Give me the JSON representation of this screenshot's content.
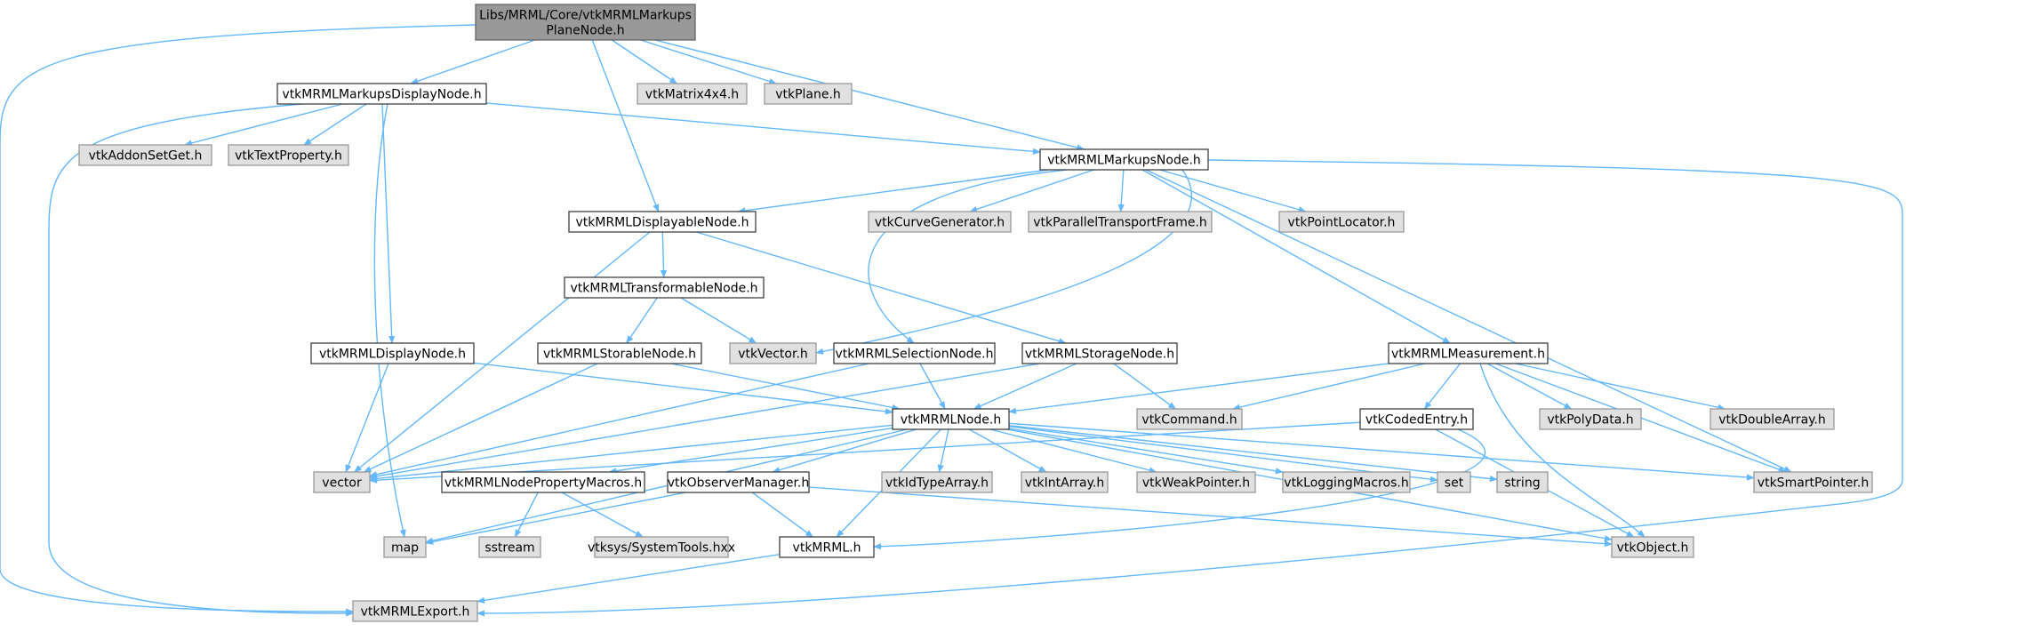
{
  "colors": {
    "edge": "#63b8ff",
    "root_fill": "#999999",
    "documented_fill": "#ffffff",
    "external_fill": "#e0e0e0"
  },
  "nodes": [
    {
      "id": "root",
      "lines": [
        "Libs/MRML/Core/vtkMRMLMarkups",
        "PlaneNode.h"
      ],
      "style": "root"
    },
    {
      "id": "markupsdisplay",
      "lines": [
        "vtkMRMLMarkupsDisplayNode.h"
      ],
      "style": "documented"
    },
    {
      "id": "matrix4x4",
      "lines": [
        "vtkMatrix4x4.h"
      ],
      "style": "external"
    },
    {
      "id": "plane",
      "lines": [
        "vtkPlane.h"
      ],
      "style": "external"
    },
    {
      "id": "addonsetget",
      "lines": [
        "vtkAddonSetGet.h"
      ],
      "style": "external"
    },
    {
      "id": "textproperty",
      "lines": [
        "vtkTextProperty.h"
      ],
      "style": "external"
    },
    {
      "id": "markupsnode",
      "lines": [
        "vtkMRMLMarkupsNode.h"
      ],
      "style": "documented"
    },
    {
      "id": "displayable",
      "lines": [
        "vtkMRMLDisplayableNode.h"
      ],
      "style": "documented"
    },
    {
      "id": "curvegen",
      "lines": [
        "vtkCurveGenerator.h"
      ],
      "style": "external"
    },
    {
      "id": "paralleltf",
      "lines": [
        "vtkParallelTransportFrame.h"
      ],
      "style": "external"
    },
    {
      "id": "pointlocator",
      "lines": [
        "vtkPointLocator.h"
      ],
      "style": "external"
    },
    {
      "id": "transformable",
      "lines": [
        "vtkMRMLTransformableNode.h"
      ],
      "style": "documented"
    },
    {
      "id": "displaynode",
      "lines": [
        "vtkMRMLDisplayNode.h"
      ],
      "style": "documented"
    },
    {
      "id": "storable",
      "lines": [
        "vtkMRMLStorableNode.h"
      ],
      "style": "documented"
    },
    {
      "id": "vtkvector",
      "lines": [
        "vtkVector.h"
      ],
      "style": "external"
    },
    {
      "id": "selection",
      "lines": [
        "vtkMRMLSelectionNode.h"
      ],
      "style": "documented"
    },
    {
      "id": "storage",
      "lines": [
        "vtkMRMLStorageNode.h"
      ],
      "style": "documented"
    },
    {
      "id": "measurement",
      "lines": [
        "vtkMRMLMeasurement.h"
      ],
      "style": "documented"
    },
    {
      "id": "mrmlnode",
      "lines": [
        "vtkMRMLNode.h"
      ],
      "style": "documented"
    },
    {
      "id": "command",
      "lines": [
        "vtkCommand.h"
      ],
      "style": "external"
    },
    {
      "id": "codedentry",
      "lines": [
        "vtkCodedEntry.h"
      ],
      "style": "documented"
    },
    {
      "id": "polydata",
      "lines": [
        "vtkPolyData.h"
      ],
      "style": "external"
    },
    {
      "id": "doublearray",
      "lines": [
        "vtkDoubleArray.h"
      ],
      "style": "external"
    },
    {
      "id": "vector",
      "lines": [
        "vector"
      ],
      "style": "external"
    },
    {
      "id": "propmacros",
      "lines": [
        "vtkMRMLNodePropertyMacros.h"
      ],
      "style": "documented"
    },
    {
      "id": "observer",
      "lines": [
        "vtkObserverManager.h"
      ],
      "style": "documented"
    },
    {
      "id": "idtypearray",
      "lines": [
        "vtkIdTypeArray.h"
      ],
      "style": "external"
    },
    {
      "id": "intarray",
      "lines": [
        "vtkIntArray.h"
      ],
      "style": "external"
    },
    {
      "id": "weakpointer",
      "lines": [
        "vtkWeakPointer.h"
      ],
      "style": "external"
    },
    {
      "id": "loggingmacros",
      "lines": [
        "vtkLoggingMacros.h"
      ],
      "style": "external"
    },
    {
      "id": "set",
      "lines": [
        "set"
      ],
      "style": "external"
    },
    {
      "id": "string",
      "lines": [
        "string"
      ],
      "style": "external"
    },
    {
      "id": "smartpointer",
      "lines": [
        "vtkSmartPointer.h"
      ],
      "style": "external"
    },
    {
      "id": "map",
      "lines": [
        "map"
      ],
      "style": "external"
    },
    {
      "id": "sstream",
      "lines": [
        "sstream"
      ],
      "style": "external"
    },
    {
      "id": "systemtools",
      "lines": [
        "vtksys/SystemTools.hxx"
      ],
      "style": "external"
    },
    {
      "id": "vtkmrml",
      "lines": [
        "vtkMRML.h"
      ],
      "style": "documented"
    },
    {
      "id": "vtkobject",
      "lines": [
        "vtkObject.h"
      ],
      "style": "external"
    },
    {
      "id": "mrmlexport",
      "lines": [
        "vtkMRMLExport.h"
      ],
      "style": "external"
    }
  ],
  "edges": [
    [
      "root",
      "mrmlexport"
    ],
    [
      "root",
      "markupsdisplay"
    ],
    [
      "root",
      "displayable"
    ],
    [
      "root",
      "markupsnode"
    ],
    [
      "root",
      "matrix4x4"
    ],
    [
      "root",
      "plane"
    ],
    [
      "markupsdisplay",
      "addonsetget"
    ],
    [
      "markupsdisplay",
      "textproperty"
    ],
    [
      "markupsdisplay",
      "markupsnode"
    ],
    [
      "markupsdisplay",
      "displaynode"
    ],
    [
      "markupsdisplay",
      "map"
    ],
    [
      "markupsdisplay",
      "mrmlexport"
    ],
    [
      "markupsnode",
      "displayable"
    ],
    [
      "markupsnode",
      "curvegen"
    ],
    [
      "markupsnode",
      "paralleltf"
    ],
    [
      "markupsnode",
      "pointlocator"
    ],
    [
      "markupsnode",
      "selection"
    ],
    [
      "markupsnode",
      "vtkvector"
    ],
    [
      "markupsnode",
      "measurement"
    ],
    [
      "markupsnode",
      "smartpointer"
    ],
    [
      "markupsnode",
      "mrmlexport"
    ],
    [
      "displayable",
      "transformable"
    ],
    [
      "displayable",
      "storage"
    ],
    [
      "displayable",
      "vector"
    ],
    [
      "transformable",
      "storable"
    ],
    [
      "transformable",
      "vtkvector"
    ],
    [
      "displaynode",
      "mrmlnode"
    ],
    [
      "displaynode",
      "vector"
    ],
    [
      "storable",
      "mrmlnode"
    ],
    [
      "storable",
      "vector"
    ],
    [
      "selection",
      "mrmlnode"
    ],
    [
      "selection",
      "vector"
    ],
    [
      "storage",
      "mrmlnode"
    ],
    [
      "storage",
      "command"
    ],
    [
      "storage",
      "vector"
    ],
    [
      "measurement",
      "mrmlnode"
    ],
    [
      "measurement",
      "command"
    ],
    [
      "measurement",
      "codedentry"
    ],
    [
      "measurement",
      "polydata"
    ],
    [
      "measurement",
      "doublearray"
    ],
    [
      "measurement",
      "smartpointer"
    ],
    [
      "measurement",
      "vtkobject"
    ],
    [
      "codedentry",
      "vector"
    ],
    [
      "codedentry",
      "vtkobject"
    ],
    [
      "codedentry",
      "vtkmrml"
    ],
    [
      "mrmlnode",
      "vector"
    ],
    [
      "mrmlnode",
      "map"
    ],
    [
      "mrmlnode",
      "propmacros"
    ],
    [
      "mrmlnode",
      "observer"
    ],
    [
      "mrmlnode",
      "vtkmrml"
    ],
    [
      "mrmlnode",
      "idtypearray"
    ],
    [
      "mrmlnode",
      "intarray"
    ],
    [
      "mrmlnode",
      "weakpointer"
    ],
    [
      "mrmlnode",
      "loggingmacros"
    ],
    [
      "mrmlnode",
      "set"
    ],
    [
      "mrmlnode",
      "string"
    ],
    [
      "mrmlnode",
      "smartpointer"
    ],
    [
      "mrmlnode",
      "vtkobject"
    ],
    [
      "propmacros",
      "sstream"
    ],
    [
      "propmacros",
      "systemtools"
    ],
    [
      "observer",
      "map"
    ],
    [
      "observer",
      "vtkmrml"
    ],
    [
      "observer",
      "vtkobject"
    ],
    [
      "vtkmrml",
      "mrmlexport"
    ]
  ]
}
